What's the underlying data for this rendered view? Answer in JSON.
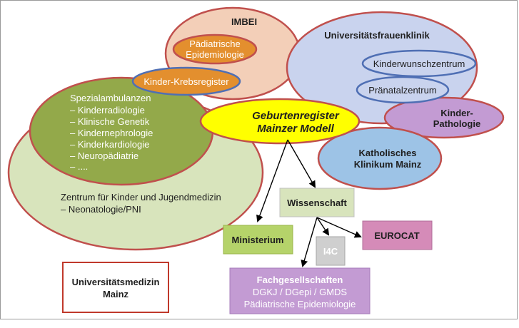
{
  "imbei": {
    "title": "IMBEI",
    "padiatrische_line1": "Pädiatrische",
    "padiatrische_line2": "Epidemiologie",
    "kinder_krebsregister": "Kinder-Krebsregister"
  },
  "frauenklinik": {
    "title": "Universitätsfrauenklinik",
    "kinderwunsch": "Kinderwunschzentrum",
    "pranatal": "Pränatalzentrum"
  },
  "kinderpathologie": {
    "line1": "Kinder-",
    "line2": "Pathologie"
  },
  "katholisches": {
    "line1": "Katholisches",
    "line2": "Klinikum Mainz"
  },
  "spezial": {
    "title": "Spezialambulanzen",
    "items": [
      "– Kinderradiologie",
      "– Klinische Genetik",
      "– Kindernephrologie",
      "– Kinderkardiologie",
      "– Neuropädiatrie",
      "– ...."
    ]
  },
  "zentrum": {
    "line1": "Zentrum für Kinder und Jugendmedizin",
    "line2": "– Neonatologie/PNI"
  },
  "geburtenregister": {
    "line1": "Geburtenregister",
    "line2": "Mainzer Modell"
  },
  "wissenschaft": "Wissenschaft",
  "ministerium": "Ministerium",
  "eurocat": "EUROCAT",
  "i4c": "I4C",
  "fachgesellschaften": {
    "line1": "Fachgesellschaften",
    "line2": "DGKJ / DGepi / GMDS",
    "line3": "Pädiatrische Epidemiologie"
  },
  "unimedizin": {
    "line1": "Universitätsmedizin",
    "line2": "Mainz"
  },
  "colors": {
    "imbei_fill": "#f3cfb8",
    "imbei_stroke": "#c0504d",
    "orange_fill": "#e38f2e",
    "green_fill": "#93a94a",
    "green_light": "#d8e4bc",
    "yellow_fill": "#ffff00",
    "blue_light": "#c9d3ee",
    "blue_mid": "#9dc3e6",
    "purple_fill": "#c39bd3",
    "pink_fill": "#d58bb8",
    "grey_box": "#cfcfcf",
    "red_stroke": "#c0392b"
  }
}
